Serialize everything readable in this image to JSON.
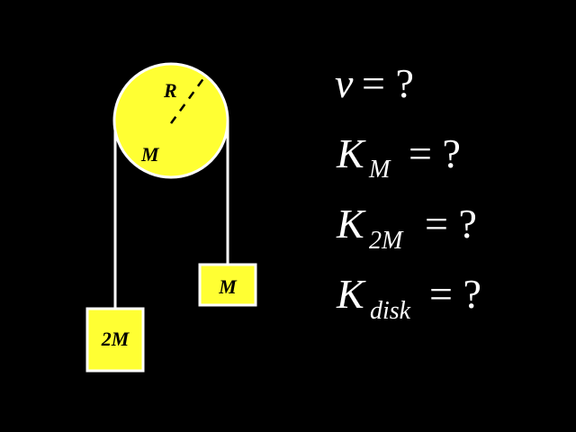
{
  "diagram": {
    "background_color": "#000000",
    "fill_color": "#ffff33",
    "stroke_color": "#ffffff",
    "pulley": {
      "radius_label": "R",
      "mass_label": "M"
    },
    "blocks": {
      "left": {
        "label": "2M"
      },
      "right": {
        "label": "M"
      }
    }
  },
  "equations": [
    {
      "symbol": "v",
      "subscript": "",
      "rhs": "= ?"
    },
    {
      "symbol": "K",
      "subscript": "M",
      "rhs": "= ?"
    },
    {
      "symbol": "K",
      "subscript": "2M",
      "rhs": "= ?"
    },
    {
      "symbol": "K",
      "subscript": "disk",
      "rhs": "= ?"
    }
  ]
}
